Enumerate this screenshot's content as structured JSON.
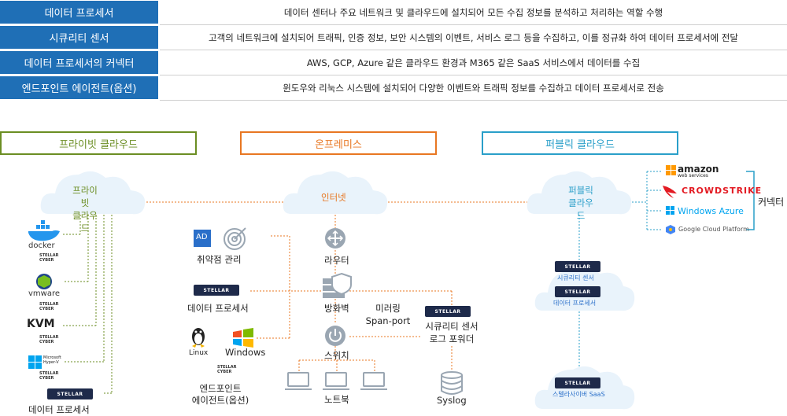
{
  "table": {
    "rows": [
      {
        "head": "데이터 프로세서",
        "desc": "데이터 센터나 주요 네트워크 및 클라우드에 설치되어 모든 수집 정보를 분석하고 처리하는 역할 수행"
      },
      {
        "head": "시큐리티 센서",
        "desc": "고객의 네트워크에 설치되어 트래픽, 인증 정보, 보안 시스템의 이벤트, 서비스 로그 등을 수집하고, 이를 정규화 하여 데이터 프로세서에 전달"
      },
      {
        "head": "데이터 프로세서의 커넥터",
        "desc": "AWS, GCP, Azure 같은 클라우드 환경과 M365 같은 SaaS 서비스에서 데이터를 수집"
      },
      {
        "head": "엔드포인트 에이전트(옵션)",
        "desc": "윈도우와 리눅스 시스템에 설치되어 다양한 이벤트와 트래픽 정보를 수집하고 데이터 프로세서로 전송"
      }
    ]
  },
  "zones": {
    "private": "프라이빗 클라우드",
    "onprem": "온프레미스",
    "public": "퍼블릭 클라우드"
  },
  "colors": {
    "header": "#1f6fb6",
    "private": "#6b8e23",
    "onprem": "#e87722",
    "public": "#2a9fc9",
    "badge": "#1e2a4a"
  },
  "private": {
    "cloud": "프라이빗\n클라우드",
    "items": [
      "docker",
      "vmware",
      "KVM",
      "Microsoft Hyper-V"
    ],
    "stellar_cyber": "STELLAR\nCYBER",
    "processor": "데이터 프로세서"
  },
  "onprem": {
    "cloud": "인터넷",
    "ad": "AD",
    "vuln": "취약점 관리",
    "processor": "데이터 프로세서",
    "linux": "Linux",
    "windows": "Windows",
    "stellar_cyber": "STELLAR\nCYBER",
    "endpoint": "엔드포인트\n에이전트(옵션)",
    "router": "라우터",
    "firewall": "방화벽",
    "switch": "스위치",
    "laptop": "노트북",
    "mirror": "미러링\nSpan-port",
    "sensor": "시큐리티 센서\n로그 포워더",
    "syslog": "Syslog"
  },
  "public": {
    "cloud": "퍼블릭\n클라우드",
    "sensor": "시큐리티 센서",
    "processor": "데이터 프로세서",
    "saas": "스텔라사이버 SaaS",
    "vendors": [
      "amazon",
      "web services",
      "CROWDSTRIKE",
      "Windows Azure",
      "Google Cloud Platform"
    ],
    "connector": "커넥터"
  },
  "badge_text": "STELLAR"
}
